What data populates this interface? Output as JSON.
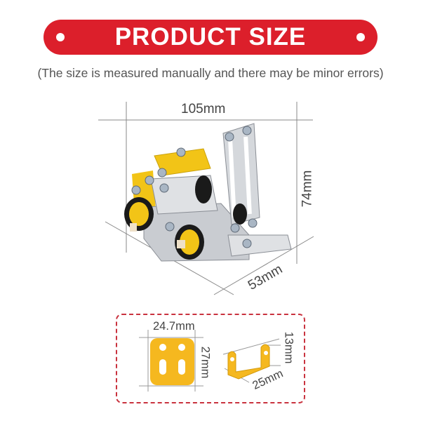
{
  "banner": {
    "title": "PRODUCT SIZE",
    "color": "#dc1f2b"
  },
  "subtitle": "(The size is measured manually and there may be minor errors)",
  "product": {
    "name_icon": "forklift-toy-image",
    "dimensions": {
      "length": "105mm",
      "height": "74mm",
      "width": "53mm"
    }
  },
  "parts": {
    "border_color": "#c9323e",
    "part_color": "#f5b81f",
    "plate": {
      "width": "24.7mm",
      "height": "27mm"
    },
    "bracket": {
      "height": "13mm",
      "length": "25mm"
    }
  }
}
